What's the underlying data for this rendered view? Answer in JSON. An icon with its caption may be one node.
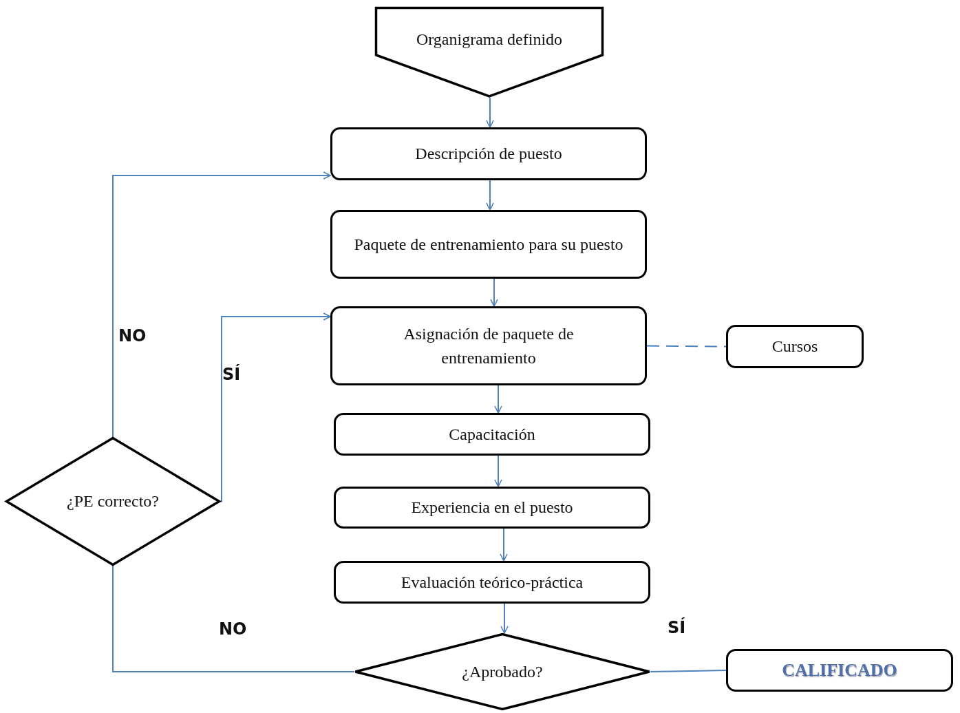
{
  "diagram": {
    "nodes": [
      {
        "text": [
          "Organigrama definido"
        ]
      },
      {
        "text": [
          "Descripción de puesto"
        ]
      },
      {
        "text": [
          "Paquete de entrenamiento para su puesto"
        ]
      },
      {
        "text": [
          "Asignación de paquete de entrenamiento"
        ]
      },
      {
        "text": [
          "Cursos"
        ]
      },
      {
        "text": [
          "Capacitación"
        ]
      },
      {
        "text": [
          "Experiencia en el puesto"
        ]
      },
      {
        "text": [
          "Evaluación teórico-práctica"
        ]
      },
      {
        "text": [
          "¿Aprobado?"
        ]
      },
      {
        "text": [
          "CALIFICADO"
        ]
      },
      {
        "text": [
          "¿PE correcto?"
        ]
      }
    ],
    "edges": [
      {
        "from": 0,
        "to": 1,
        "arrow": "to"
      },
      {
        "from": 1,
        "to": 2,
        "arrow": "to"
      },
      {
        "from": 2,
        "to": 3,
        "arrow": "to"
      },
      {
        "from": 3,
        "to": 5,
        "arrow": "to"
      },
      {
        "from": 5,
        "to": 6,
        "arrow": "to"
      },
      {
        "from": 6,
        "to": 7,
        "arrow": "to"
      },
      {
        "from": 7,
        "to": 8,
        "arrow": "to"
      },
      {
        "from": 8,
        "to": 9,
        "arrow": "none",
        "label": "SÍ"
      },
      {
        "from": 8,
        "to": 10,
        "arrow": "none",
        "label": "NO"
      },
      {
        "from": 10,
        "to": 1,
        "arrow": "to",
        "label": "NO"
      },
      {
        "from": 10,
        "to": 3,
        "arrow": "to",
        "label": "SÍ"
      },
      {
        "from": 3,
        "to": 4,
        "arrow": "none",
        "style": "dashed"
      }
    ]
  }
}
